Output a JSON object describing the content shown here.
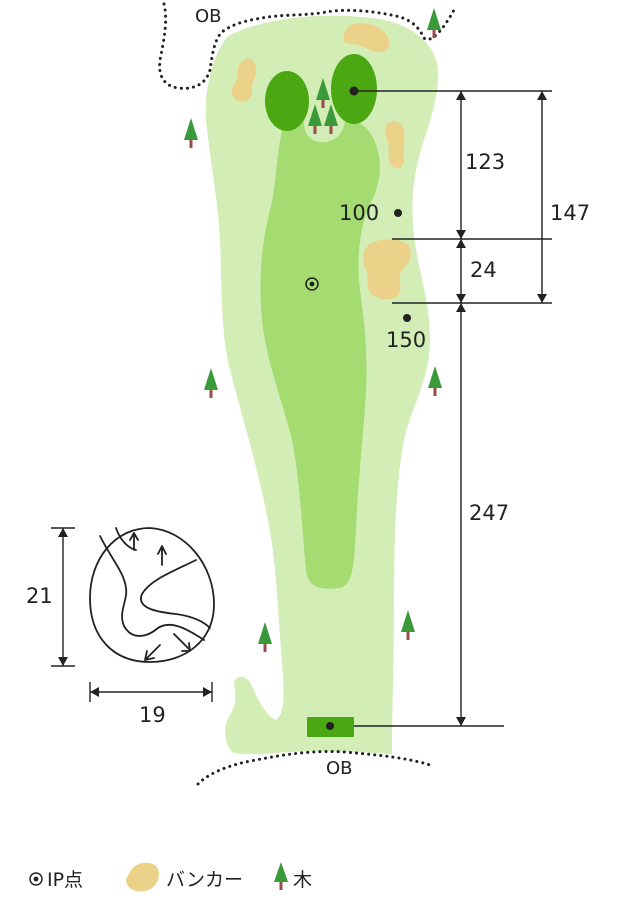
{
  "ob_labels": {
    "top": "OB",
    "bottom": "OB"
  },
  "markers": {
    "m100": "100",
    "m150": "150"
  },
  "distances": {
    "d123": "123",
    "d24": "24",
    "d147": "147",
    "d247": "247"
  },
  "green_size": {
    "depth": "21",
    "width": "19"
  },
  "legend": {
    "ip": "IP点",
    "bunker": "バンカー",
    "tree": "木"
  },
  "colors": {
    "rough": "#d3edb6",
    "fairway": "#a5dc72",
    "green": "#4ba712",
    "bunker": "#ecd289",
    "tree": "#3a9a3a",
    "trunk": "#9a4c4c",
    "line": "#222222"
  }
}
